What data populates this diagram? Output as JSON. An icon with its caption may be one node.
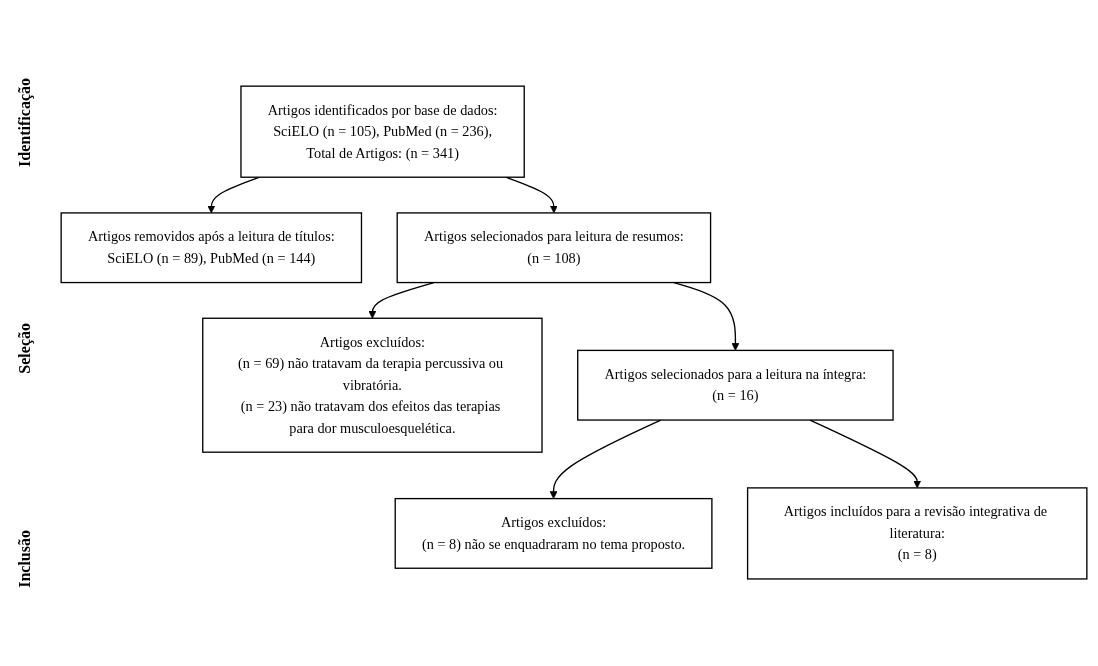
{
  "diagram": {
    "nodes": [
      {
        "text": [
          "Artigos identificados por base de dados:",
          "SciELO (n = 105), PubMed (n = 236),",
          "Total de Artigos: (n = 341)"
        ]
      },
      {
        "text": [
          "Artigos removidos após a leitura de títulos:",
          "SciELO (n = 89), PubMed (n = 144)"
        ]
      },
      {
        "text": [
          "Artigos selecionados para leitura de resumos:",
          "(n = 108)"
        ]
      },
      {
        "text": [
          "Artigos excluídos:",
          "(n = 69) não tratavam da terapia percussiva ou vibratória.",
          "(n = 23) não tratavam dos efeitos das terapias para dor musculoesquelética."
        ]
      },
      {
        "text": [
          "Artigos selecionados para a leitura na íntegra:",
          "(n = 16)"
        ]
      },
      {
        "text": [
          "Artigos excluídos:",
          "(n = 8) não se enquadraram no tema proposto."
        ]
      },
      {
        "text": [
          "Artigos incluídos para a revisão integrativa de literatura:",
          "(n = 8)"
        ]
      }
    ],
    "edges": [
      {
        "from": 0,
        "to": 1,
        "arrow": "to"
      },
      {
        "from": 0,
        "to": 2,
        "arrow": "to"
      },
      {
        "from": 2,
        "to": 3,
        "arrow": "to"
      },
      {
        "from": 2,
        "to": 4,
        "arrow": "to"
      },
      {
        "from": 4,
        "to": 5,
        "arrow": "to"
      },
      {
        "from": 4,
        "to": 6,
        "arrow": "to"
      }
    ],
    "labels": [
      "Identificação",
      "Seleção",
      "Inclusão"
    ]
  }
}
